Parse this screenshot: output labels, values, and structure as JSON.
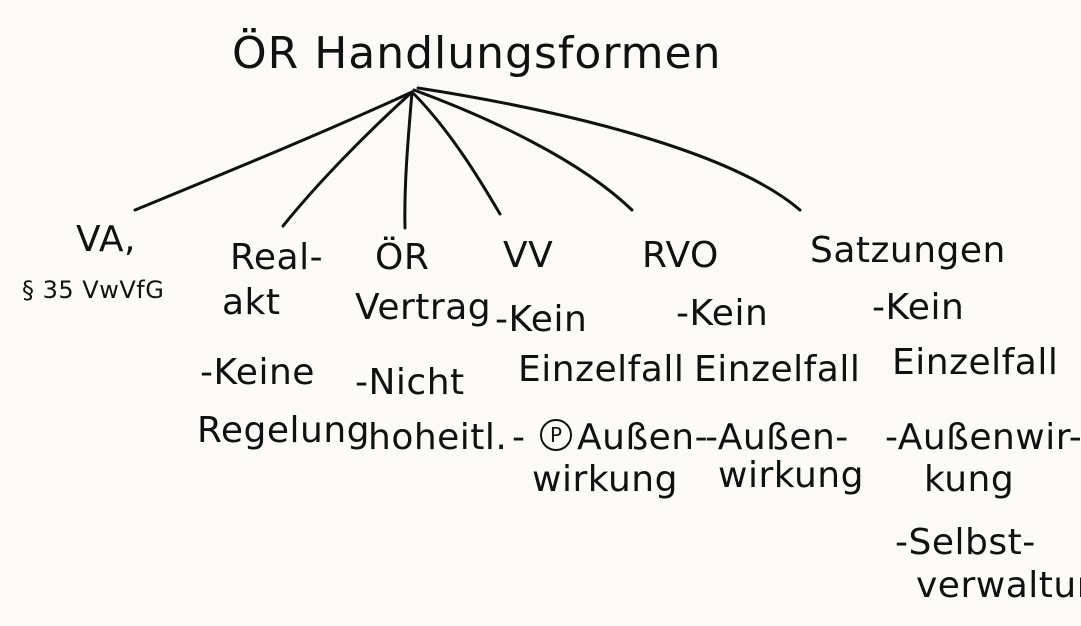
{
  "title": "ÖR Handlungsformen",
  "branches": [
    {
      "heading": "VA,",
      "subheading": "§ 35 VwVfG",
      "notes": []
    },
    {
      "heading": "Real-",
      "heading2": "akt",
      "notes": [
        "-Keine",
        "Regelung"
      ]
    },
    {
      "heading": "ÖR",
      "heading2": "Vertrag",
      "notes": [
        "-Nicht",
        "hoheitl."
      ]
    },
    {
      "heading": "VV",
      "notes": [
        "-Kein",
        "Einzelfall",
        "Außen-",
        "wirkung"
      ],
      "marker": "P"
    },
    {
      "heading": "RVO",
      "notes": [
        "-Kein",
        "Einzelfall",
        "-Außen-",
        "wirkung"
      ]
    },
    {
      "heading": "Satzungen",
      "notes": [
        "-Kein",
        "Einzelfall",
        "-Außenwir-",
        "kung",
        "-Selbst-",
        "verwaltung"
      ]
    }
  ]
}
